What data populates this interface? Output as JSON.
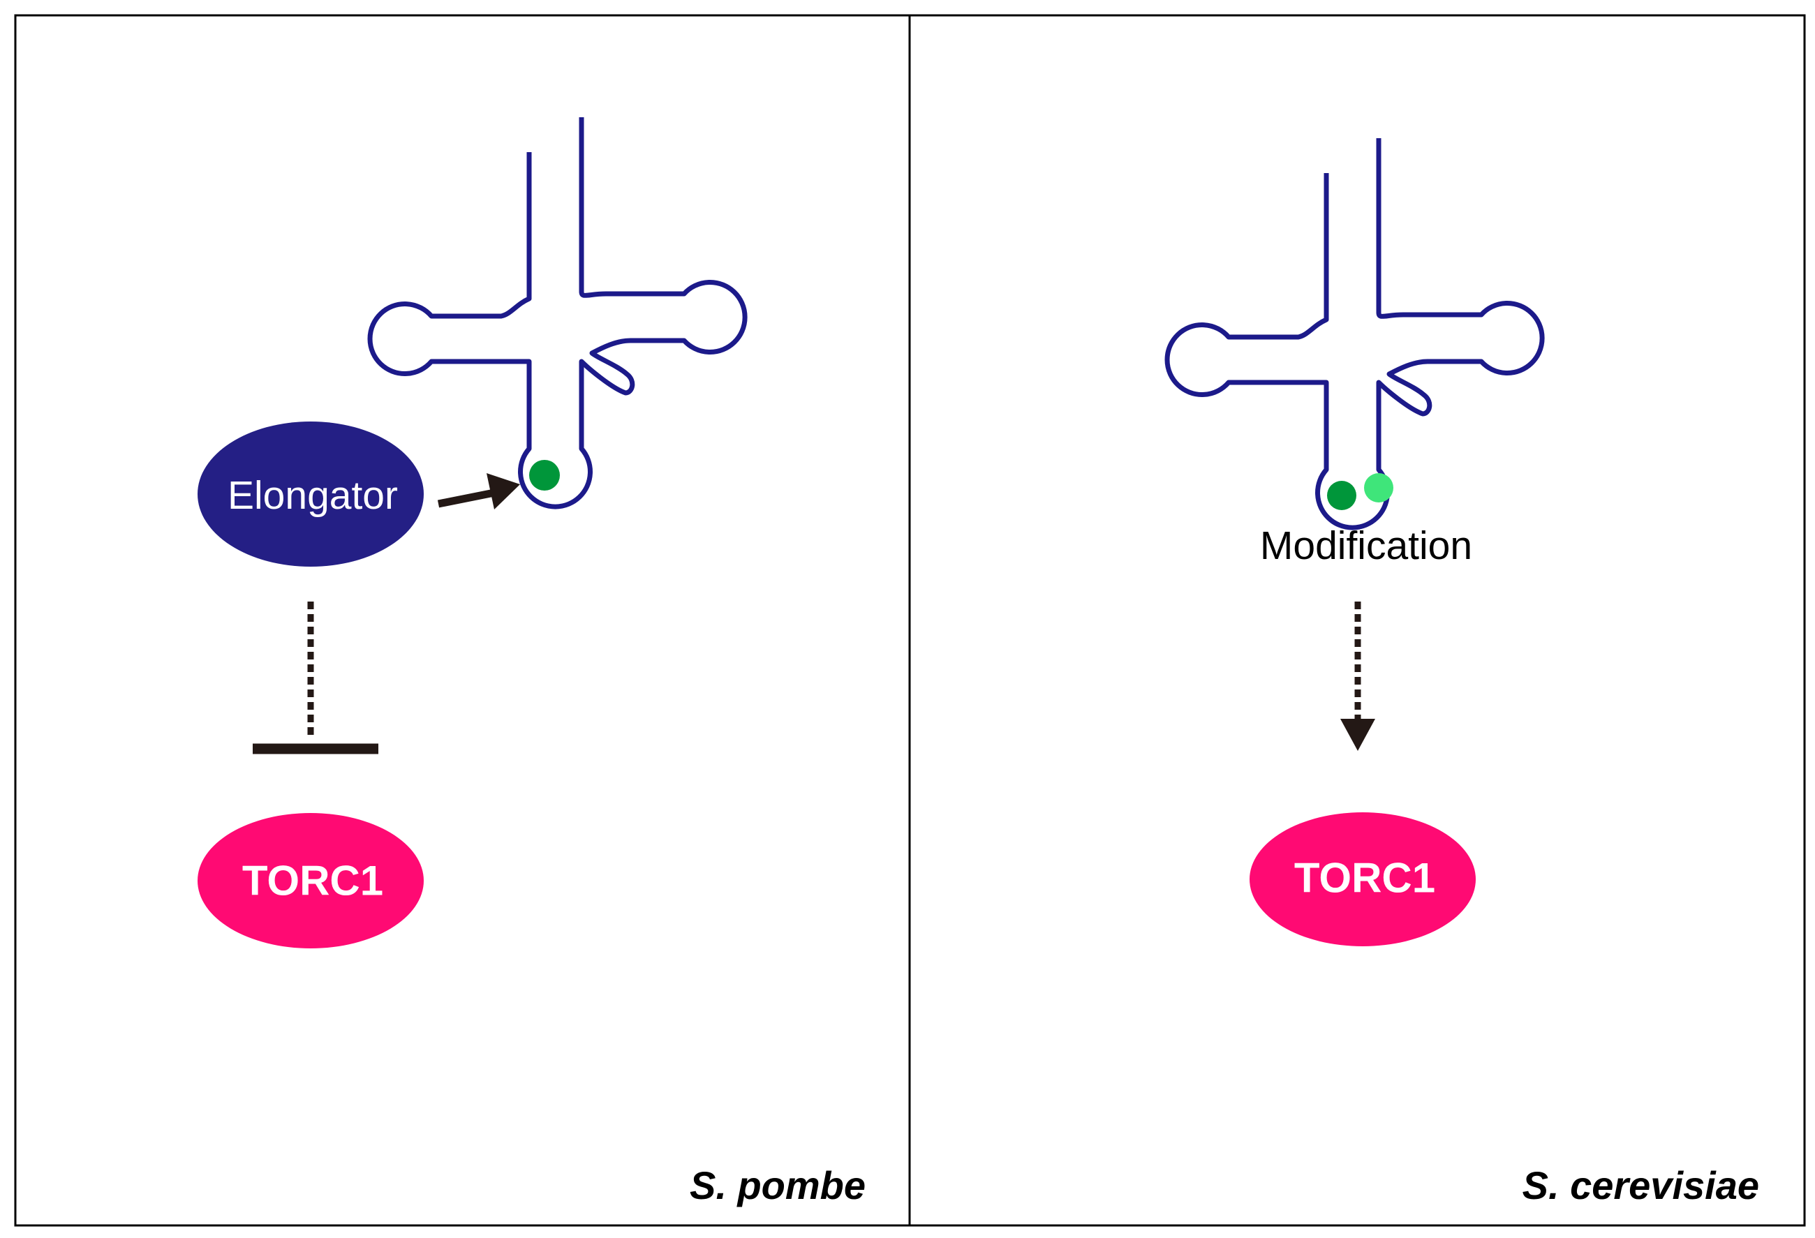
{
  "panels": [
    {
      "species": "S. pombe",
      "elongator": {
        "label": "Elongator"
      },
      "torc1": {
        "label": "TORC1"
      },
      "relation": "inhibition"
    },
    {
      "species": "S. cerevisiae",
      "modification": {
        "label": "Modification"
      },
      "torc1": {
        "label": "TORC1"
      },
      "relation": "activation"
    }
  ],
  "colors": {
    "trna_outline": "#1c1a8a",
    "elongator_fill": "#241f85",
    "torc1_fill": "#ff0a73",
    "modification_dark_green": "#00963a",
    "modification_light_green": "#3fe57a",
    "arrow": "#231815",
    "frame": "#000000",
    "white_text": "#ffffff"
  }
}
